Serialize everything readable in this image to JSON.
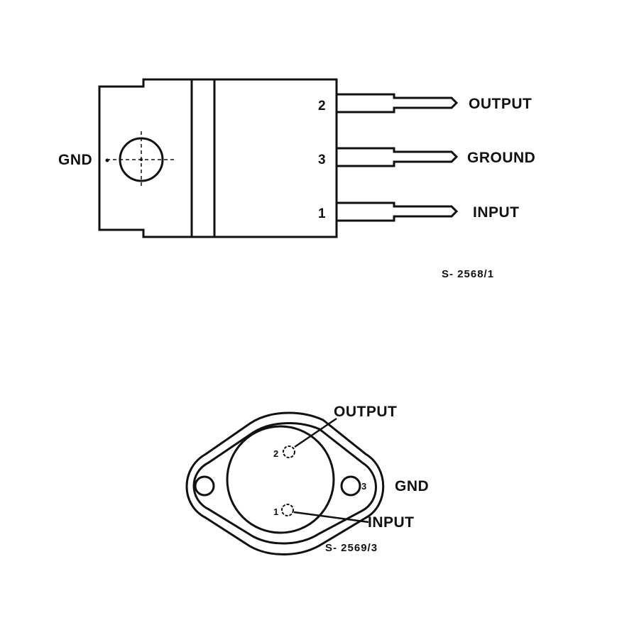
{
  "to220": {
    "tab_label": "GND",
    "pins": [
      {
        "number": "2",
        "label": "OUTPUT"
      },
      {
        "number": "3",
        "label": "GROUND"
      },
      {
        "number": "1",
        "label": "INPUT"
      }
    ],
    "figure_code": "S- 2568/1"
  },
  "to3": {
    "output_label": "OUTPUT",
    "input_label": "INPUT",
    "gnd_label": "GND",
    "pin_output_number": "2",
    "pin_input_number": "1",
    "pin_gnd_number": "3",
    "figure_code": "S- 2569/3"
  }
}
